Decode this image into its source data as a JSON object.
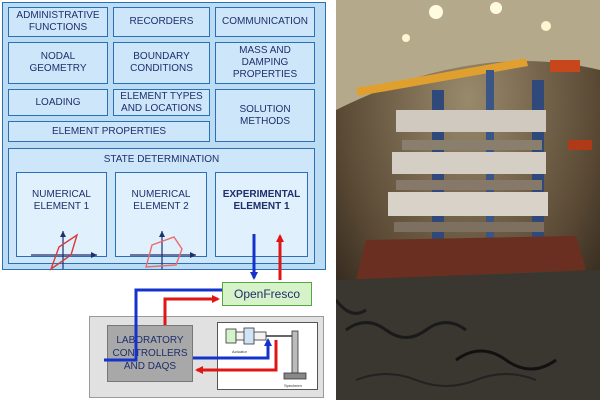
{
  "cells": {
    "admin": "ADMINISTRATIVE\nFUNCTIONS",
    "recorders": "RECORDERS",
    "communication": "COMMUNICATION",
    "nodal": "NODAL\nGEOMETRY",
    "boundary": "BOUNDARY\nCONDITIONS",
    "mass": "MASS AND\nDAMPING\nPROPERTIES",
    "loading": "LOADING",
    "element_types": "ELEMENT TYPES\nAND LOCATIONS",
    "solution": "SOLUTION\nMETHODS",
    "element_props": "ELEMENT PROPERTIES"
  },
  "state": {
    "title": "STATE DETERMINATION",
    "num1": "NUMERICAL\nELEMENT 1",
    "num2": "NUMERICAL\nELEMENT 2",
    "exp1": "EXPERIMENTAL\nELEMENT 1"
  },
  "openfresco": "OpenFresco",
  "lab": "LABORATORY\nCONTROLLERS\nAND DAQS",
  "specimen": {
    "actuator": "Actuator",
    "specimen": "Specimen"
  },
  "colors": {
    "panel_fill": "#bcdcf4",
    "panel_border": "#2b6fb6",
    "blue_arrow": "#1433cc",
    "red_arrow": "#e01515",
    "openfresco_fill": "#d5f2c9",
    "openfresco_border": "#54a640"
  }
}
